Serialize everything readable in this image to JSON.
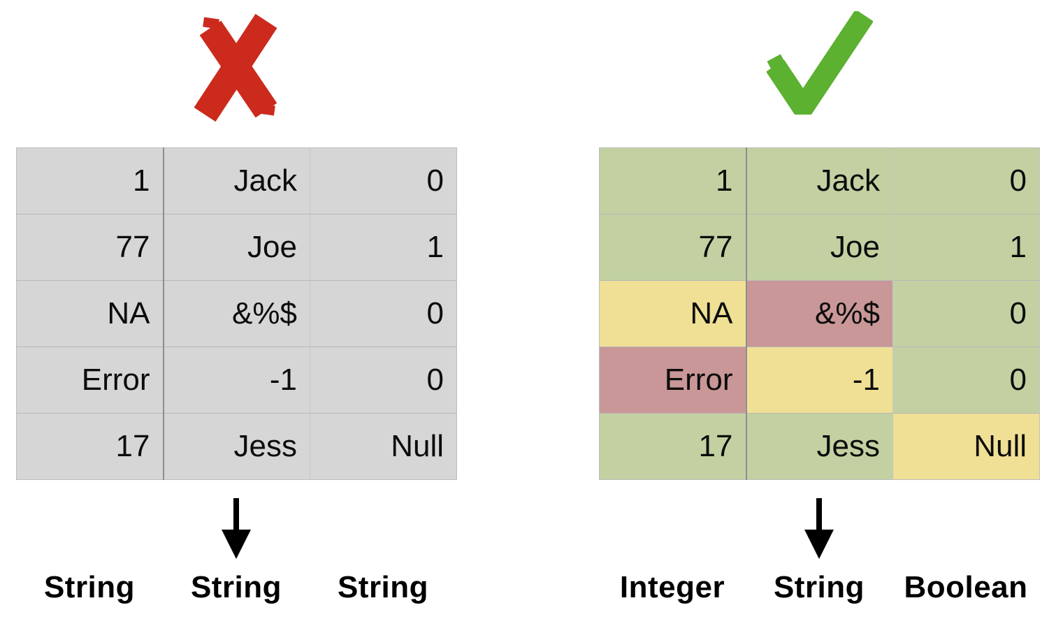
{
  "colors": {
    "invalid_mark": "#cc2a1d",
    "valid_mark": "#5cb130",
    "neutral_cell": "#d6d6d6",
    "valid_cell": "#c3d1a2",
    "warning_cell": "#f0e095",
    "error_cell": "#c99797"
  },
  "left_panel": {
    "verdict_icon": "x-mark",
    "rows": [
      [
        "1",
        "Jack",
        "0"
      ],
      [
        "77",
        "Joe",
        "1"
      ],
      [
        "NA",
        "&%$",
        "0"
      ],
      [
        "Error",
        "-1",
        "0"
      ],
      [
        "17",
        "Jess",
        "Null"
      ]
    ],
    "types": [
      "String",
      "String",
      "String"
    ]
  },
  "right_panel": {
    "verdict_icon": "checkmark",
    "rows": [
      [
        "1",
        "Jack",
        "0"
      ],
      [
        "77",
        "Joe",
        "1"
      ],
      [
        "NA",
        "&%$",
        "0"
      ],
      [
        "Error",
        "-1",
        "0"
      ],
      [
        "17",
        "Jess",
        "Null"
      ]
    ],
    "cell_states": [
      [
        "valid",
        "valid",
        "valid"
      ],
      [
        "valid",
        "valid",
        "valid"
      ],
      [
        "warning",
        "error",
        "valid"
      ],
      [
        "error",
        "warning",
        "valid"
      ],
      [
        "valid",
        "valid",
        "warning"
      ]
    ],
    "types": [
      "Integer",
      "String",
      "Boolean"
    ]
  }
}
